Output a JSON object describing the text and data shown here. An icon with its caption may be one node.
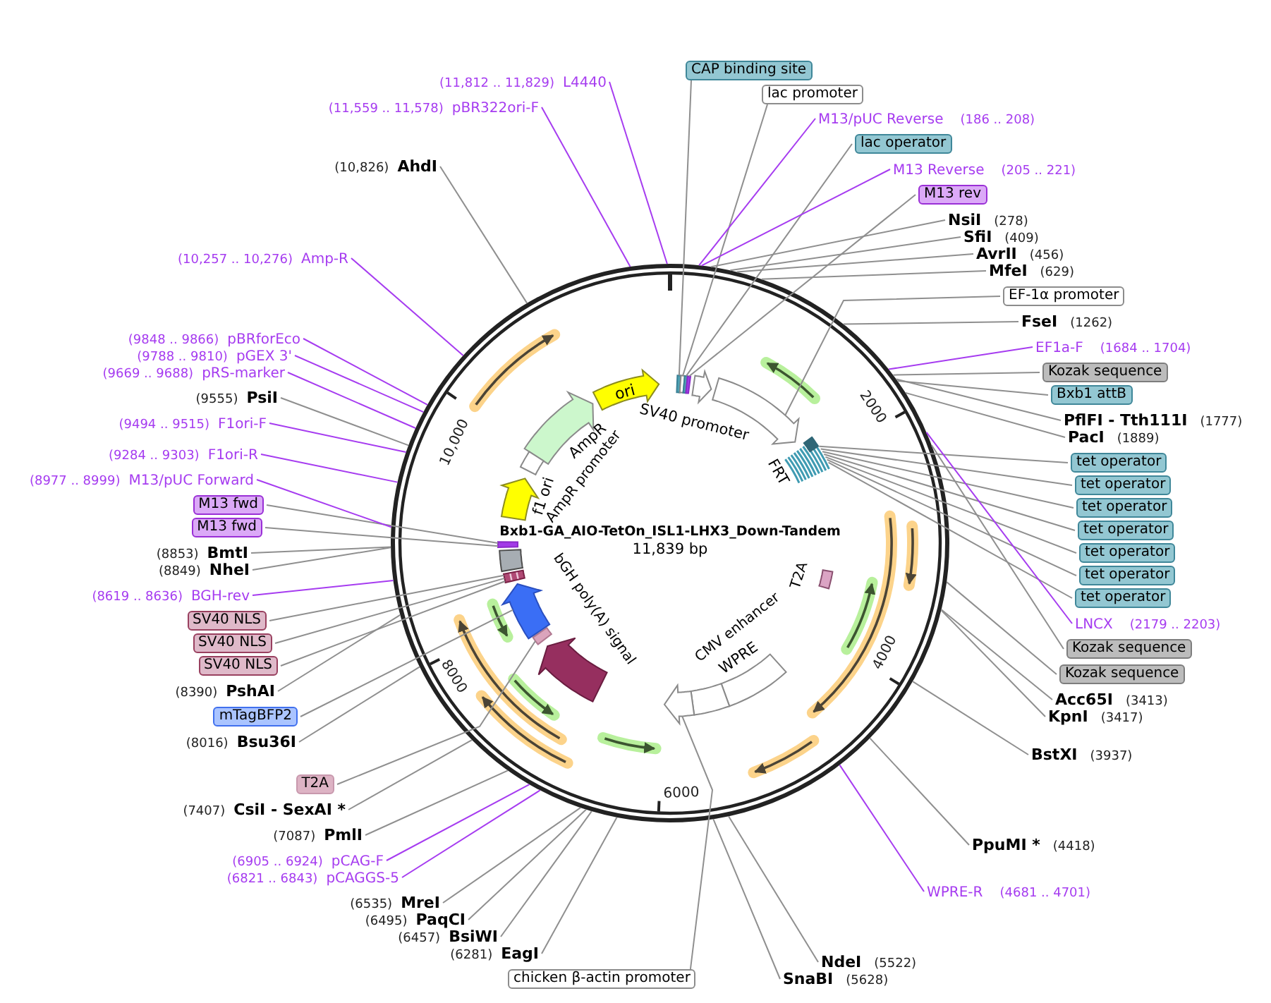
{
  "diagram": {
    "title": "Bxb1-GA_AIO-TetOn_ISL1-LHX3_Down-Tandem",
    "nodes": [
      {
        "text": [
          "CAP binding site"
        ]
      },
      {
        "text": [
          "lac promoter"
        ]
      },
      {
        "text": [
          "M13/pUC Reverse",
          "(186 .. 208)"
        ]
      },
      {
        "text": [
          "lac operator"
        ]
      },
      {
        "text": [
          "M13 Reverse",
          "(205 .. 221)"
        ]
      },
      {
        "text": [
          "M13 rev"
        ]
      },
      {
        "text": [
          "NsiI",
          "(278)"
        ]
      },
      {
        "text": [
          "SfiI",
          "(409)"
        ]
      },
      {
        "text": [
          "AvrII",
          "(456)"
        ]
      },
      {
        "text": [
          "MfeI",
          "(629)"
        ]
      },
      {
        "text": [
          "EF-1α promoter"
        ]
      },
      {
        "text": [
          "FseI",
          "(1262)"
        ]
      },
      {
        "text": [
          "EF1a-F",
          "(1684 .. 1704)"
        ]
      },
      {
        "text": [
          "Kozak sequence"
        ]
      },
      {
        "text": [
          "Bxb1 attB"
        ]
      },
      {
        "text": [
          "PflFI - Tth111I",
          "(1777)"
        ]
      },
      {
        "text": [
          "PacI",
          "(1889)"
        ]
      },
      {
        "text": [
          "tet operator"
        ]
      },
      {
        "text": [
          "tet operator"
        ]
      },
      {
        "text": [
          "tet operator"
        ]
      },
      {
        "text": [
          "tet operator"
        ]
      },
      {
        "text": [
          "tet operator"
        ]
      },
      {
        "text": [
          "tet operator"
        ]
      },
      {
        "text": [
          "tet operator"
        ]
      },
      {
        "text": [
          "LNCX",
          "(2179 .. 2203)"
        ]
      },
      {
        "text": [
          "Kozak sequence"
        ]
      },
      {
        "text": [
          "Kozak sequence"
        ]
      },
      {
        "text": [
          "Acc65I",
          "(3413)"
        ]
      },
      {
        "text": [
          "KpnI",
          "(3417)"
        ]
      },
      {
        "text": [
          "BstXI",
          "(3937)"
        ]
      },
      {
        "text": [
          "PpuMI *",
          "(4418)"
        ]
      },
      {
        "text": [
          "WPRE-R",
          "(4681 .. 4701)"
        ]
      },
      {
        "text": [
          "NdeI",
          "(5522)"
        ]
      },
      {
        "text": [
          "SnaBI",
          "(5628)"
        ]
      },
      {
        "text": [
          "chicken β-actin promoter"
        ]
      },
      {
        "text": [
          "(6281)",
          "EagI"
        ]
      },
      {
        "text": [
          "(6457)",
          "BsiWI"
        ]
      },
      {
        "text": [
          "(6495)",
          "PaqCI"
        ]
      },
      {
        "text": [
          "(6535)",
          "MreI"
        ]
      },
      {
        "text": [
          "(6821 .. 6843)",
          "pCAGGS-5"
        ]
      },
      {
        "text": [
          "(6905 .. 6924)",
          "pCAG-F"
        ]
      },
      {
        "text": [
          "(7087)",
          "PmlI"
        ]
      },
      {
        "text": [
          "(7407)",
          "CsiI - SexAI *"
        ]
      },
      {
        "text": [
          "T2A"
        ]
      },
      {
        "text": [
          "(8016)",
          "Bsu36I"
        ]
      },
      {
        "text": [
          "mTagBFP2"
        ]
      },
      {
        "text": [
          "(8390)",
          "PshAI"
        ]
      },
      {
        "text": [
          "SV40 NLS"
        ]
      },
      {
        "text": [
          "SV40 NLS"
        ]
      },
      {
        "text": [
          "SV40 NLS"
        ]
      },
      {
        "text": [
          "(8619 .. 8636)",
          "BGH-rev"
        ]
      },
      {
        "text": [
          "(8849)",
          "NheI"
        ]
      },
      {
        "text": [
          "(8853)",
          "BmtI"
        ]
      },
      {
        "text": [
          "M13 fwd"
        ]
      },
      {
        "text": [
          "M13 fwd"
        ]
      },
      {
        "text": [
          "(8977 .. 8999)",
          "M13/pUC Forward"
        ]
      },
      {
        "text": [
          "(9284 .. 9303)",
          "F1ori-R"
        ]
      },
      {
        "text": [
          "(9494 .. 9515)",
          "F1ori-F"
        ]
      },
      {
        "text": [
          "(9555)",
          "PsiI"
        ]
      },
      {
        "text": [
          "(9669 .. 9688)",
          "pRS-marker"
        ]
      },
      {
        "text": [
          "(9788 .. 9810)",
          "pGEX 3'"
        ]
      },
      {
        "text": [
          "(9848 .. 9866)",
          "pBRforEco"
        ]
      },
      {
        "text": [
          "(10,257 .. 10,276)",
          "Amp-R"
        ]
      },
      {
        "text": [
          "(10,826)",
          "AhdI"
        ]
      },
      {
        "text": [
          "(11,559 .. 11,578)",
          "pBR322ori-F"
        ]
      },
      {
        "text": [
          "(11,812 .. 11,829)",
          "L4440"
        ]
      },
      {
        "text": [],
        "shape": "bar"
      },
      {
        "text": [],
        "shape": "bar"
      },
      {
        "text": [],
        "shape": "bar"
      },
      {
        "text": [],
        "shape": "bar"
      },
      {
        "text": [],
        "shape": "arrow"
      },
      {
        "text": [],
        "shape": "box"
      },
      {
        "text": [],
        "shape": "arrow"
      },
      {
        "text": [],
        "shape": "bar"
      },
      {
        "text": [],
        "shape": "arrow"
      },
      {
        "text": [],
        "shape": "bar"
      },
      {
        "text": [],
        "shape": "bar"
      }
    ],
    "edges": [
      {
        "from": 0,
        "to": 66,
        "arrow": "none"
      },
      {
        "from": 1,
        "to": 67,
        "arrow": "none"
      },
      {
        "from": 2,
        "to": null,
        "arrow": "none",
        "color": "#a63cf0"
      },
      {
        "from": 3,
        "to": 68,
        "arrow": "none"
      },
      {
        "from": 4,
        "to": null,
        "arrow": "none",
        "color": "#a63cf0"
      },
      {
        "from": 5,
        "to": 69,
        "arrow": "none"
      },
      {
        "from": 6,
        "to": null,
        "arrow": "none"
      },
      {
        "from": 7,
        "to": null,
        "arrow": "none"
      },
      {
        "from": 8,
        "to": null,
        "arrow": "none"
      },
      {
        "from": 9,
        "to": null,
        "arrow": "none"
      },
      {
        "from": 10,
        "to": 70,
        "arrow": "none"
      },
      {
        "from": 11,
        "to": null,
        "arrow": "none"
      },
      {
        "from": 12,
        "to": null,
        "arrow": "none",
        "color": "#a63cf0"
      },
      {
        "from": 13,
        "to": null,
        "arrow": "none"
      },
      {
        "from": 14,
        "to": null,
        "arrow": "none"
      },
      {
        "from": 15,
        "to": null,
        "arrow": "none"
      },
      {
        "from": 16,
        "to": null,
        "arrow": "none"
      },
      {
        "from": 17,
        "to": 71,
        "arrow": "none"
      },
      {
        "from": 18,
        "to": 71,
        "arrow": "none"
      },
      {
        "from": 19,
        "to": 71,
        "arrow": "none"
      },
      {
        "from": 20,
        "to": 71,
        "arrow": "none"
      },
      {
        "from": 21,
        "to": 71,
        "arrow": "none"
      },
      {
        "from": 22,
        "to": 71,
        "arrow": "none"
      },
      {
        "from": 23,
        "to": 71,
        "arrow": "none"
      },
      {
        "from": 24,
        "to": null,
        "arrow": "none",
        "color": "#a63cf0"
      },
      {
        "from": 25,
        "to": null,
        "arrow": "none"
      },
      {
        "from": 26,
        "to": null,
        "arrow": "none"
      },
      {
        "from": 27,
        "to": null,
        "arrow": "none"
      },
      {
        "from": 28,
        "to": null,
        "arrow": "none"
      },
      {
        "from": 29,
        "to": null,
        "arrow": "none"
      },
      {
        "from": 30,
        "to": null,
        "arrow": "none"
      },
      {
        "from": 31,
        "to": null,
        "arrow": "none",
        "color": "#a63cf0"
      },
      {
        "from": 32,
        "to": null,
        "arrow": "none"
      },
      {
        "from": 33,
        "to": null,
        "arrow": "none"
      },
      {
        "from": 34,
        "to": 72,
        "arrow": "none"
      },
      {
        "from": 35,
        "to": null,
        "arrow": "none"
      },
      {
        "from": 36,
        "to": null,
        "arrow": "none"
      },
      {
        "from": 37,
        "to": null,
        "arrow": "none"
      },
      {
        "from": 38,
        "to": null,
        "arrow": "none"
      },
      {
        "from": 39,
        "to": null,
        "arrow": "none",
        "color": "#a63cf0"
      },
      {
        "from": 40,
        "to": null,
        "arrow": "none",
        "color": "#a63cf0"
      },
      {
        "from": 41,
        "to": null,
        "arrow": "none"
      },
      {
        "from": 42,
        "to": null,
        "arrow": "none"
      },
      {
        "from": 43,
        "to": 73,
        "arrow": "none"
      },
      {
        "from": 44,
        "to": null,
        "arrow": "none"
      },
      {
        "from": 45,
        "to": 74,
        "arrow": "none"
      },
      {
        "from": 46,
        "to": null,
        "arrow": "none"
      },
      {
        "from": 47,
        "to": 75,
        "arrow": "none"
      },
      {
        "from": 48,
        "to": 75,
        "arrow": "none"
      },
      {
        "from": 49,
        "to": 75,
        "arrow": "none"
      },
      {
        "from": 50,
        "to": null,
        "arrow": "none",
        "color": "#a63cf0"
      },
      {
        "from": 51,
        "to": null,
        "arrow": "none"
      },
      {
        "from": 52,
        "to": null,
        "arrow": "none"
      },
      {
        "from": 53,
        "to": 76,
        "arrow": "none"
      },
      {
        "from": 54,
        "to": 76,
        "arrow": "none"
      },
      {
        "from": 55,
        "to": null,
        "arrow": "none",
        "color": "#a63cf0"
      },
      {
        "from": 56,
        "to": null,
        "arrow": "none",
        "color": "#a63cf0"
      },
      {
        "from": 57,
        "to": null,
        "arrow": "none",
        "color": "#a63cf0"
      },
      {
        "from": 58,
        "to": null,
        "arrow": "none"
      },
      {
        "from": 59,
        "to": null,
        "arrow": "none",
        "color": "#a63cf0"
      },
      {
        "from": 60,
        "to": null,
        "arrow": "none",
        "color": "#a63cf0"
      },
      {
        "from": 61,
        "to": null,
        "arrow": "none",
        "color": "#a63cf0"
      },
      {
        "from": 62,
        "to": null,
        "arrow": "none",
        "color": "#a63cf0"
      },
      {
        "from": 63,
        "to": null,
        "arrow": "none"
      },
      {
        "from": 64,
        "to": null,
        "arrow": "none",
        "color": "#a63cf0"
      },
      {
        "from": 65,
        "to": null,
        "arrow": "none",
        "color": "#a63cf0"
      }
    ],
    "labels": [
      "ori",
      "SV40 promoter",
      "AmpR",
      "10,000",
      "2000",
      "FRT",
      "AmpR promoter",
      "f1 ori",
      "11,839 bp",
      "T2A",
      "bGH poly(A) signal",
      "CMV enhancer",
      "WPRE",
      "8000",
      "4000",
      "6000"
    ]
  }
}
